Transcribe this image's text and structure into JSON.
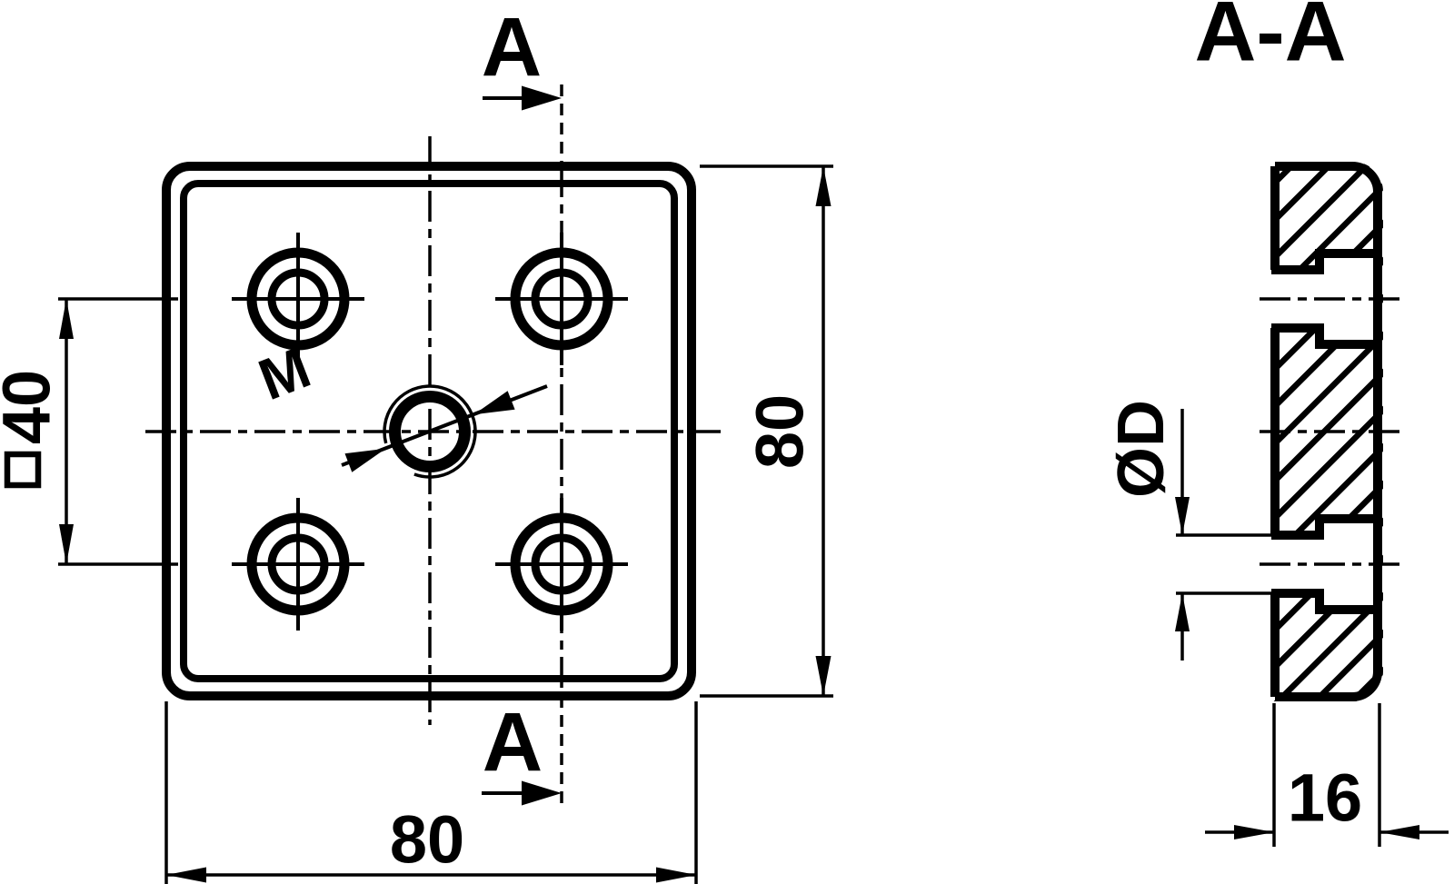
{
  "drawing": {
    "section_title": "A-A",
    "cut_label_top": "A",
    "cut_label_bottom": "A",
    "front_view": {
      "width_dim": "80",
      "height_dim": "80",
      "hole_spacing_symbol": "□",
      "hole_spacing_value": "40",
      "thread_label": "M"
    },
    "section_view": {
      "thickness_dim": "16",
      "hole_diameter_label": "ØD"
    },
    "colors": {
      "line": "#000000",
      "background": "#ffffff"
    }
  }
}
